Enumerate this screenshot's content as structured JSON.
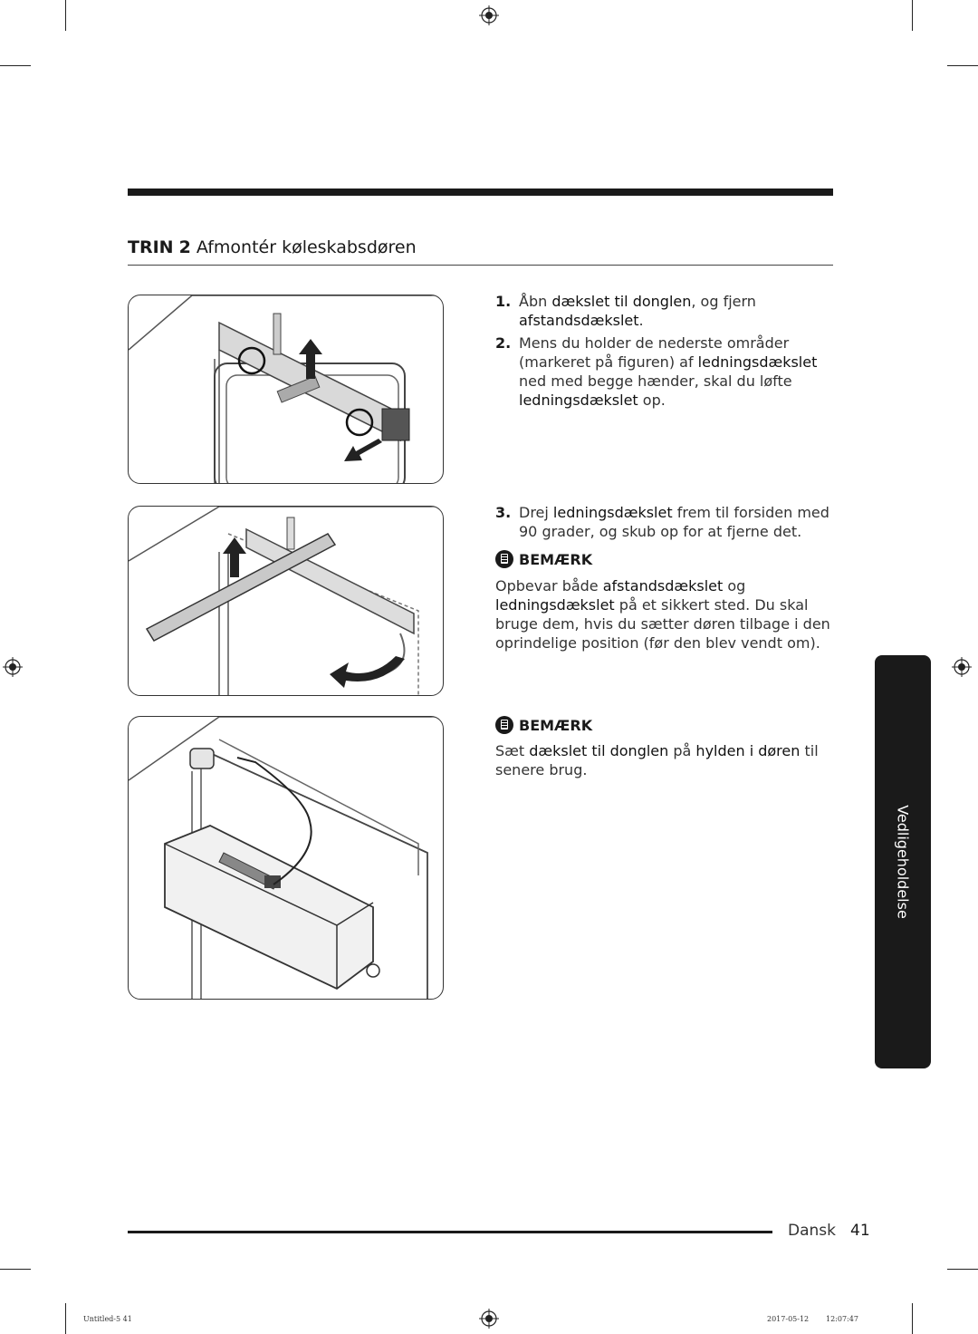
{
  "heading": {
    "trin": "TRIN",
    "number": "2",
    "title": "Afmontér køleskabsdøren"
  },
  "steps": [
    {
      "num": "1.",
      "parts": [
        {
          "t": "Åbn ",
          "kw": false
        },
        {
          "t": "dækslet til donglen",
          "kw": true
        },
        {
          "t": ", og fjern ",
          "kw": false
        },
        {
          "t": "afstandsdækslet",
          "kw": true
        },
        {
          "t": ".",
          "kw": false
        }
      ]
    },
    {
      "num": "2.",
      "parts": [
        {
          "t": "Mens du holder de nederste områder (markeret på figuren) af ",
          "kw": false
        },
        {
          "t": "ledningsdækslet",
          "kw": true
        },
        {
          "t": " ned med begge hænder, skal du løfte ",
          "kw": false
        },
        {
          "t": "ledningsdækslet",
          "kw": true
        },
        {
          "t": " op.",
          "kw": false
        }
      ]
    },
    {
      "num": "3.",
      "parts": [
        {
          "t": "Drej ",
          "kw": false
        },
        {
          "t": "ledningsdækslet",
          "kw": true
        },
        {
          "t": " frem til forsiden med 90 grader, og skub op for at fjerne det.",
          "kw": false
        }
      ]
    }
  ],
  "notes": [
    {
      "label": "BEMÆRK",
      "parts": [
        {
          "t": "Opbevar både ",
          "kw": false
        },
        {
          "t": "afstandsdækslet",
          "kw": true
        },
        {
          "t": " og ",
          "kw": false
        },
        {
          "t": "ledningsdækslet",
          "kw": true
        },
        {
          "t": " på et sikkert sted. Du skal bruge dem, hvis du sætter døren tilbage i den oprindelige position (før den blev vendt om).",
          "kw": false
        }
      ]
    },
    {
      "label": "BEMÆRK",
      "parts": [
        {
          "t": "Sæt ",
          "kw": false
        },
        {
          "t": "dækslet til donglen",
          "kw": true
        },
        {
          "t": " på ",
          "kw": false
        },
        {
          "t": "hylden i døren",
          "kw": true
        },
        {
          "t": " til senere brug.",
          "kw": false
        }
      ]
    }
  ],
  "side_tab": "Vedligeholdelse",
  "footer": {
    "language": "Dansk",
    "page": "41"
  },
  "slug": {
    "file": "Untitled-5   41",
    "date": "2017-05-12",
    "time": "12:07:47"
  },
  "colors": {
    "ink": "#1a1a1a",
    "text": "#333333",
    "paper": "#ffffff"
  }
}
